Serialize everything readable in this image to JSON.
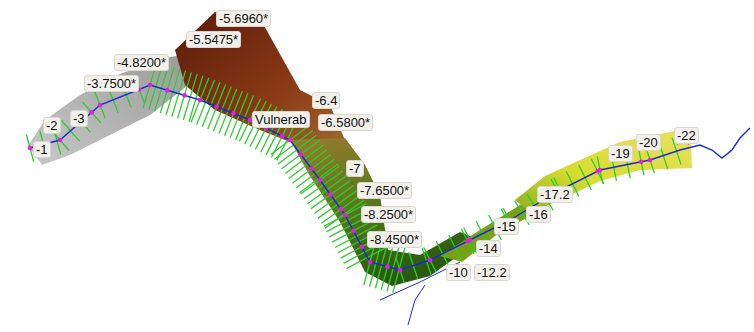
{
  "diagram": {
    "labels": [
      "-5.6960*",
      "-5.5475*",
      "-4.8200*",
      "-3.7500*",
      "-3",
      "-2",
      "-1",
      "-6.4",
      "Vulnerab",
      "-6.5800*",
      "-7",
      "-7.6500*",
      "-8.2500*",
      "-8.4500*",
      "-15",
      "-16",
      "-14",
      "-10",
      "-12.2",
      "-17.2",
      "-19",
      "-20",
      "-22"
    ]
  }
}
